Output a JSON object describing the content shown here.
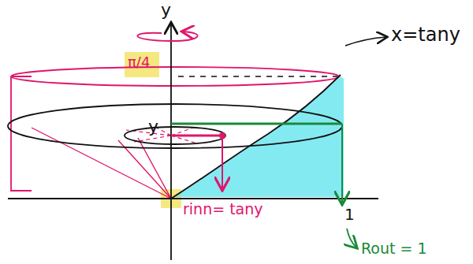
{
  "diagram": {
    "labels": [
      "y",
      "π/4",
      "x=tany",
      "y",
      "rinn= tany",
      "1",
      "Rout = 1"
    ]
  }
}
